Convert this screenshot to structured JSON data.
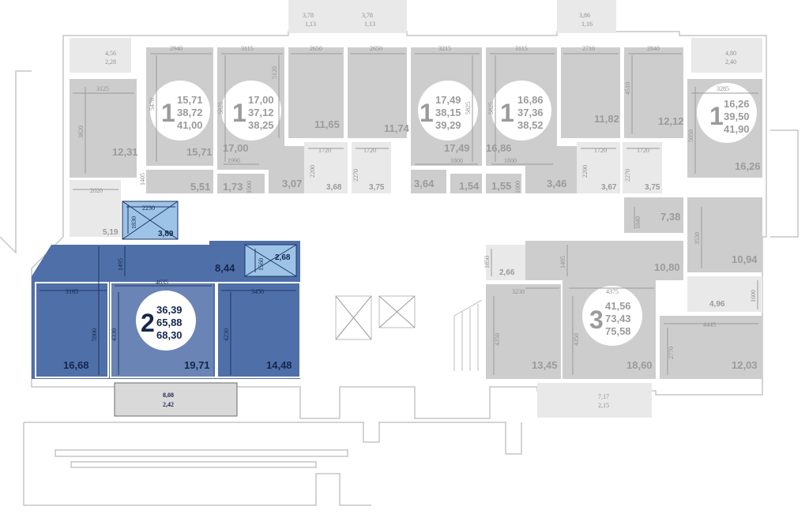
{
  "colors": {
    "selected_apartment": "#4f6fa8",
    "selected_text": "#14274d",
    "wall_grey": "#cfcfcf",
    "room_grey": "#cdcdcd",
    "text_grey": "#9b9b9b",
    "bathroom_highlight": "#9dc3e6",
    "background": "#ffffff"
  },
  "apartments": [
    {
      "id": "apt-1a",
      "rooms": "1",
      "areas": [
        "15,71",
        "38,72",
        "41,00"
      ],
      "selected": false
    },
    {
      "id": "apt-1b",
      "rooms": "1",
      "areas": [
        "17,00",
        "37,12",
        "38,25"
      ],
      "selected": false
    },
    {
      "id": "apt-1c",
      "rooms": "1",
      "areas": [
        "17,49",
        "38,15",
        "39,29"
      ],
      "selected": false
    },
    {
      "id": "apt-1d",
      "rooms": "1",
      "areas": [
        "16,86",
        "37,36",
        "38,52"
      ],
      "selected": false
    },
    {
      "id": "apt-1e",
      "rooms": "1",
      "areas": [
        "16,26",
        "39,50",
        "41,90"
      ],
      "selected": false
    },
    {
      "id": "apt-2",
      "rooms": "2",
      "areas": [
        "36,39",
        "65,88",
        "68,30"
      ],
      "selected": true
    },
    {
      "id": "apt-3",
      "rooms": "3",
      "areas": [
        "41,56",
        "73,43",
        "75,58"
      ],
      "selected": false
    }
  ],
  "balconies": [
    {
      "id": "b1",
      "values": [
        "3,78",
        "1,13"
      ]
    },
    {
      "id": "b2",
      "values": [
        "3,78",
        "1,13"
      ]
    },
    {
      "id": "b3",
      "values": [
        "3,86",
        "1,16"
      ]
    },
    {
      "id": "b4",
      "values": [
        "4,56",
        "2,28"
      ]
    },
    {
      "id": "b5",
      "values": [
        "4,80",
        "2,40"
      ]
    },
    {
      "id": "b6",
      "values": [
        "8,08",
        "2,42"
      ],
      "selected": true
    },
    {
      "id": "b7",
      "values": [
        "7,17",
        "2,15"
      ]
    }
  ],
  "room_areas": [
    {
      "id": "r1",
      "value": "12,31"
    },
    {
      "id": "r2",
      "value": "15,71"
    },
    {
      "id": "r3",
      "value": "17,00"
    },
    {
      "id": "r4",
      "value": "11,65"
    },
    {
      "id": "r5",
      "value": "11,74"
    },
    {
      "id": "r6",
      "value": "17,49"
    },
    {
      "id": "r7",
      "value": "16,86"
    },
    {
      "id": "r8",
      "value": "11,82"
    },
    {
      "id": "r9",
      "value": "12,12"
    },
    {
      "id": "r10",
      "value": "16,26"
    },
    {
      "id": "r11",
      "value": "5,51"
    },
    {
      "id": "r12",
      "value": "1,73"
    },
    {
      "id": "r13",
      "value": "3,07"
    },
    {
      "id": "r14",
      "value": "3,68"
    },
    {
      "id": "r15",
      "value": "3,75"
    },
    {
      "id": "r16",
      "value": "3,64"
    },
    {
      "id": "r17",
      "value": "1,54"
    },
    {
      "id": "r18",
      "value": "1,55"
    },
    {
      "id": "r19",
      "value": "3,46"
    },
    {
      "id": "r20",
      "value": "3,67"
    },
    {
      "id": "r21",
      "value": "3,75"
    },
    {
      "id": "r22",
      "value": "5,19"
    },
    {
      "id": "r23",
      "value": "7,38"
    },
    {
      "id": "r24",
      "value": "10,94"
    },
    {
      "id": "r25",
      "value": "2,66"
    },
    {
      "id": "r26",
      "value": "10,80"
    },
    {
      "id": "r27",
      "value": "4,96"
    },
    {
      "id": "r28",
      "value": "13,45"
    },
    {
      "id": "r29",
      "value": "18,60"
    },
    {
      "id": "r30",
      "value": "12,03"
    },
    {
      "id": "r31",
      "value": "3,89",
      "selected": true
    },
    {
      "id": "r32",
      "value": "2,68",
      "selected": true
    },
    {
      "id": "r33",
      "value": "8,44",
      "selected": true
    },
    {
      "id": "r34",
      "value": "16,68",
      "selected": true
    },
    {
      "id": "r35",
      "value": "19,71",
      "selected": true
    },
    {
      "id": "r36",
      "value": "14,48",
      "selected": true
    }
  ],
  "dimensions": [
    "2940",
    "3115",
    "2650",
    "2650",
    "3215",
    "3115",
    "2710",
    "2840",
    "3125",
    "3285",
    "5470",
    "5825",
    "5120",
    "5825",
    "5825",
    "4510",
    "5050",
    "3820",
    "1990",
    "1800",
    "1800",
    "1720",
    "1720",
    "1720",
    "1720",
    "2200",
    "2270",
    "2200",
    "2270",
    "1000",
    "1000",
    "1405",
    "1840",
    "3530",
    "2020",
    "2230",
    "1830",
    "1560",
    "1495",
    "3165",
    "4635",
    "3450",
    "5900",
    "4330",
    "4230",
    "1850",
    "1495",
    "3230",
    "4375",
    "4445",
    "4350",
    "4350",
    "2770",
    "1600"
  ]
}
